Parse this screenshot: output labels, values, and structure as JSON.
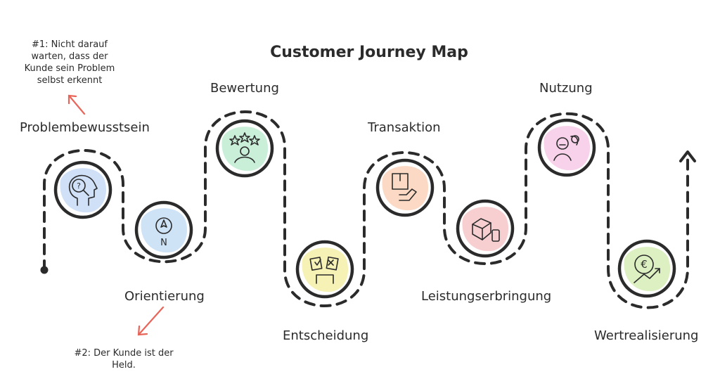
{
  "title": "Customer Journey Map",
  "stages": [
    {
      "label": "Problembewusstsein",
      "icon": "magnifier-head-icon",
      "color": "#cfe0f7"
    },
    {
      "label": "Orientierung",
      "icon": "compass-icon",
      "color": "#cfe3f7"
    },
    {
      "label": "Bewertung",
      "icon": "star-rating-icon",
      "color": "#c9efd9"
    },
    {
      "label": "Entscheidung",
      "icon": "checklist-decision-icon",
      "color": "#f6f1b4"
    },
    {
      "label": "Transaktion",
      "icon": "package-hand-icon",
      "color": "#fbd9c4"
    },
    {
      "label": "Leistungserbringung",
      "icon": "delivery-box-icon",
      "color": "#f7cfd0"
    },
    {
      "label": "Nutzung",
      "icon": "usage-person-icon",
      "color": "#f8d2ea"
    },
    {
      "label": "Wertrealisierung",
      "icon": "euro-growth-icon",
      "color": "#dcf0c2"
    }
  ],
  "notes": [
    {
      "text": "#1: Nicht darauf warten, dass der Kunde sein Problem selbst erkennt"
    },
    {
      "text": "#2: Der Kunde ist der Held."
    }
  ],
  "colors": {
    "stroke": "#2b2b2b",
    "arrow": "#e8655a"
  }
}
